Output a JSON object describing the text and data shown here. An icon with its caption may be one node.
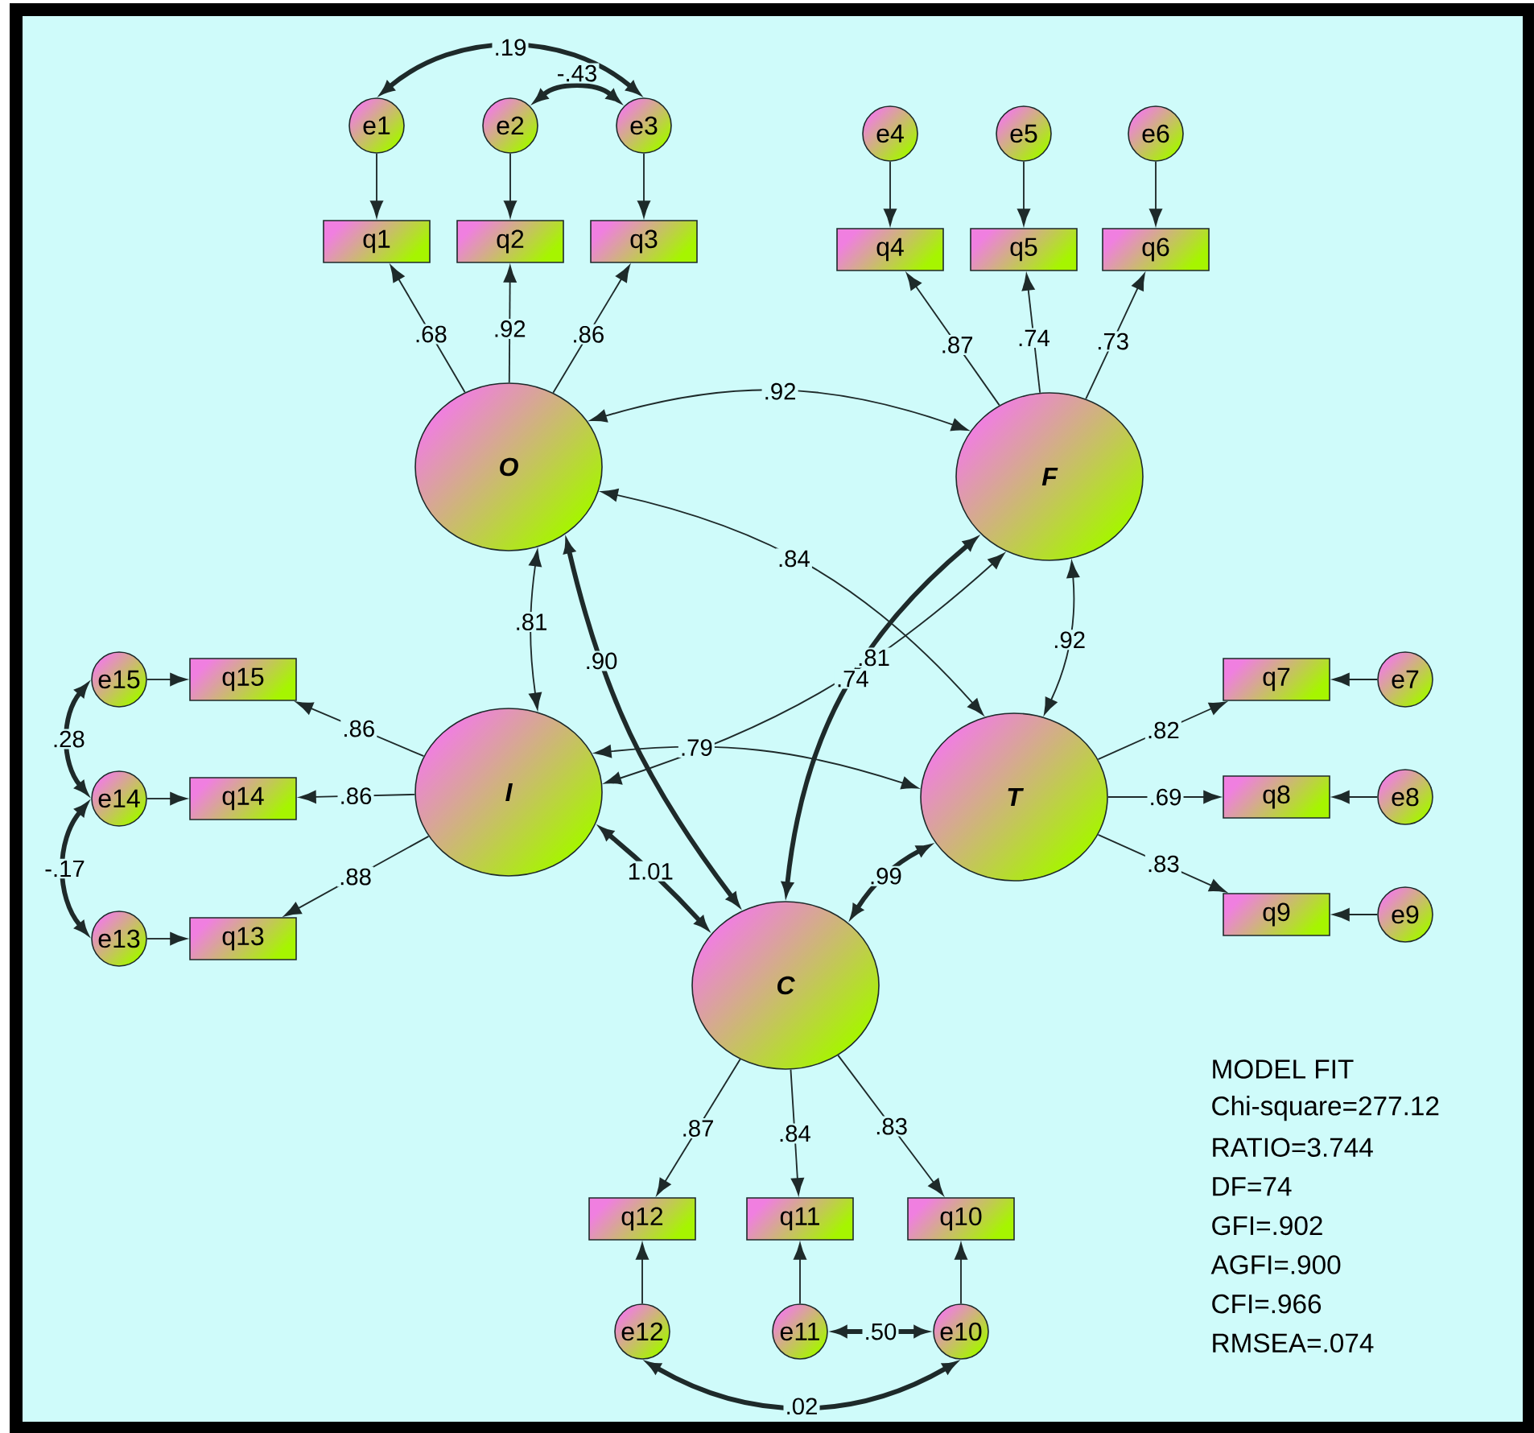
{
  "diagram": {
    "nodes": [
      {
        "text": [
          "O"
        ]
      },
      {
        "text": [
          "F"
        ]
      },
      {
        "text": [
          "I"
        ]
      },
      {
        "text": [
          "T"
        ]
      },
      {
        "text": [
          "C"
        ]
      },
      {
        "text": [
          "q1"
        ]
      },
      {
        "text": [
          "q2"
        ]
      },
      {
        "text": [
          "q3"
        ]
      },
      {
        "text": [
          "q4"
        ]
      },
      {
        "text": [
          "q5"
        ]
      },
      {
        "text": [
          "q6"
        ]
      },
      {
        "text": [
          "q7"
        ]
      },
      {
        "text": [
          "q8"
        ]
      },
      {
        "text": [
          "q9"
        ]
      },
      {
        "text": [
          "q10"
        ]
      },
      {
        "text": [
          "q11"
        ]
      },
      {
        "text": [
          "q12"
        ]
      },
      {
        "text": [
          "q13"
        ]
      },
      {
        "text": [
          "q14"
        ]
      },
      {
        "text": [
          "q15"
        ]
      },
      {
        "text": [
          "e1"
        ]
      },
      {
        "text": [
          "e2"
        ]
      },
      {
        "text": [
          "e3"
        ]
      },
      {
        "text": [
          "e4"
        ]
      },
      {
        "text": [
          "e5"
        ]
      },
      {
        "text": [
          "e6"
        ]
      },
      {
        "text": [
          "e7"
        ]
      },
      {
        "text": [
          "e8"
        ]
      },
      {
        "text": [
          "e9"
        ]
      },
      {
        "text": [
          "e10"
        ]
      },
      {
        "text": [
          "e11"
        ]
      },
      {
        "text": [
          "e12"
        ]
      },
      {
        "text": [
          "e13"
        ]
      },
      {
        "text": [
          "e14"
        ]
      },
      {
        "text": [
          "e15"
        ]
      }
    ],
    "edges": [
      {
        "from": 0,
        "to": 5,
        "arrow": "to",
        "label": ".68"
      },
      {
        "from": 0,
        "to": 6,
        "arrow": "to",
        "label": ".92"
      },
      {
        "from": 0,
        "to": 7,
        "arrow": "to",
        "label": ".86"
      },
      {
        "from": 1,
        "to": 8,
        "arrow": "to",
        "label": ".87"
      },
      {
        "from": 1,
        "to": 9,
        "arrow": "to",
        "label": ".74"
      },
      {
        "from": 1,
        "to": 10,
        "arrow": "to",
        "label": ".73"
      },
      {
        "from": 3,
        "to": 11,
        "arrow": "to",
        "label": ".82"
      },
      {
        "from": 3,
        "to": 12,
        "arrow": "to",
        "label": ".69"
      },
      {
        "from": 3,
        "to": 13,
        "arrow": "to",
        "label": ".83"
      },
      {
        "from": 4,
        "to": 16,
        "arrow": "to",
        "label": ".87"
      },
      {
        "from": 4,
        "to": 15,
        "arrow": "to",
        "label": ".84"
      },
      {
        "from": 4,
        "to": 14,
        "arrow": "to",
        "label": ".83"
      },
      {
        "from": 2,
        "to": 19,
        "arrow": "to",
        "label": ".86"
      },
      {
        "from": 2,
        "to": 18,
        "arrow": "to",
        "label": ".86"
      },
      {
        "from": 2,
        "to": 17,
        "arrow": "to",
        "label": ".88"
      },
      {
        "from": 20,
        "to": 5,
        "arrow": "to"
      },
      {
        "from": 21,
        "to": 6,
        "arrow": "to"
      },
      {
        "from": 22,
        "to": 7,
        "arrow": "to"
      },
      {
        "from": 23,
        "to": 8,
        "arrow": "to"
      },
      {
        "from": 24,
        "to": 9,
        "arrow": "to"
      },
      {
        "from": 25,
        "to": 10,
        "arrow": "to"
      },
      {
        "from": 26,
        "to": 11,
        "arrow": "to"
      },
      {
        "from": 27,
        "to": 12,
        "arrow": "to"
      },
      {
        "from": 28,
        "to": 13,
        "arrow": "to"
      },
      {
        "from": 29,
        "to": 14,
        "arrow": "to"
      },
      {
        "from": 30,
        "to": 15,
        "arrow": "to"
      },
      {
        "from": 31,
        "to": 16,
        "arrow": "to"
      },
      {
        "from": 32,
        "to": 17,
        "arrow": "to"
      },
      {
        "from": 33,
        "to": 18,
        "arrow": "to"
      },
      {
        "from": 34,
        "to": 19,
        "arrow": "to"
      },
      {
        "from": 20,
        "to": 22,
        "arrow": "both",
        "label": ".19",
        "style": "thick"
      },
      {
        "from": 21,
        "to": 22,
        "arrow": "both",
        "label": "-.43",
        "style": "thick"
      },
      {
        "from": 34,
        "to": 33,
        "arrow": "both",
        "label": ".28",
        "style": "thick"
      },
      {
        "from": 33,
        "to": 32,
        "arrow": "both",
        "label": "-.17",
        "style": "thick"
      },
      {
        "from": 31,
        "to": 29,
        "arrow": "both",
        "label": ".02",
        "style": "thick"
      },
      {
        "from": 30,
        "to": 29,
        "arrow": "both",
        "label": ".50",
        "style": "thick"
      },
      {
        "from": 0,
        "to": 1,
        "arrow": "both",
        "label": ".92"
      },
      {
        "from": 0,
        "to": 3,
        "arrow": "both",
        "label": ".84"
      },
      {
        "from": 0,
        "to": 2,
        "arrow": "both",
        "label": ".81"
      },
      {
        "from": 0,
        "to": 4,
        "arrow": "both",
        "label": ".90",
        "style": "thick"
      },
      {
        "from": 1,
        "to": 2,
        "arrow": "both",
        "label": ".81"
      },
      {
        "from": 1,
        "to": 4,
        "arrow": "both",
        "label": ".74",
        "style": "thick"
      },
      {
        "from": 1,
        "to": 3,
        "arrow": "both",
        "label": ".92"
      },
      {
        "from": 2,
        "to": 3,
        "arrow": "both",
        "label": ".79"
      },
      {
        "from": 2,
        "to": 4,
        "arrow": "both",
        "label": "1.01",
        "style": "thick"
      },
      {
        "from": 3,
        "to": 4,
        "arrow": "both",
        "label": ".99",
        "style": "thick"
      }
    ],
    "labels": [
      "MODEL FIT",
      "Chi-square=277.12",
      "RATIO=3.744",
      "DF=74",
      "GFI=.902",
      "AGFI=.900",
      "CFI=.966",
      "RMSEA=.074"
    ]
  }
}
